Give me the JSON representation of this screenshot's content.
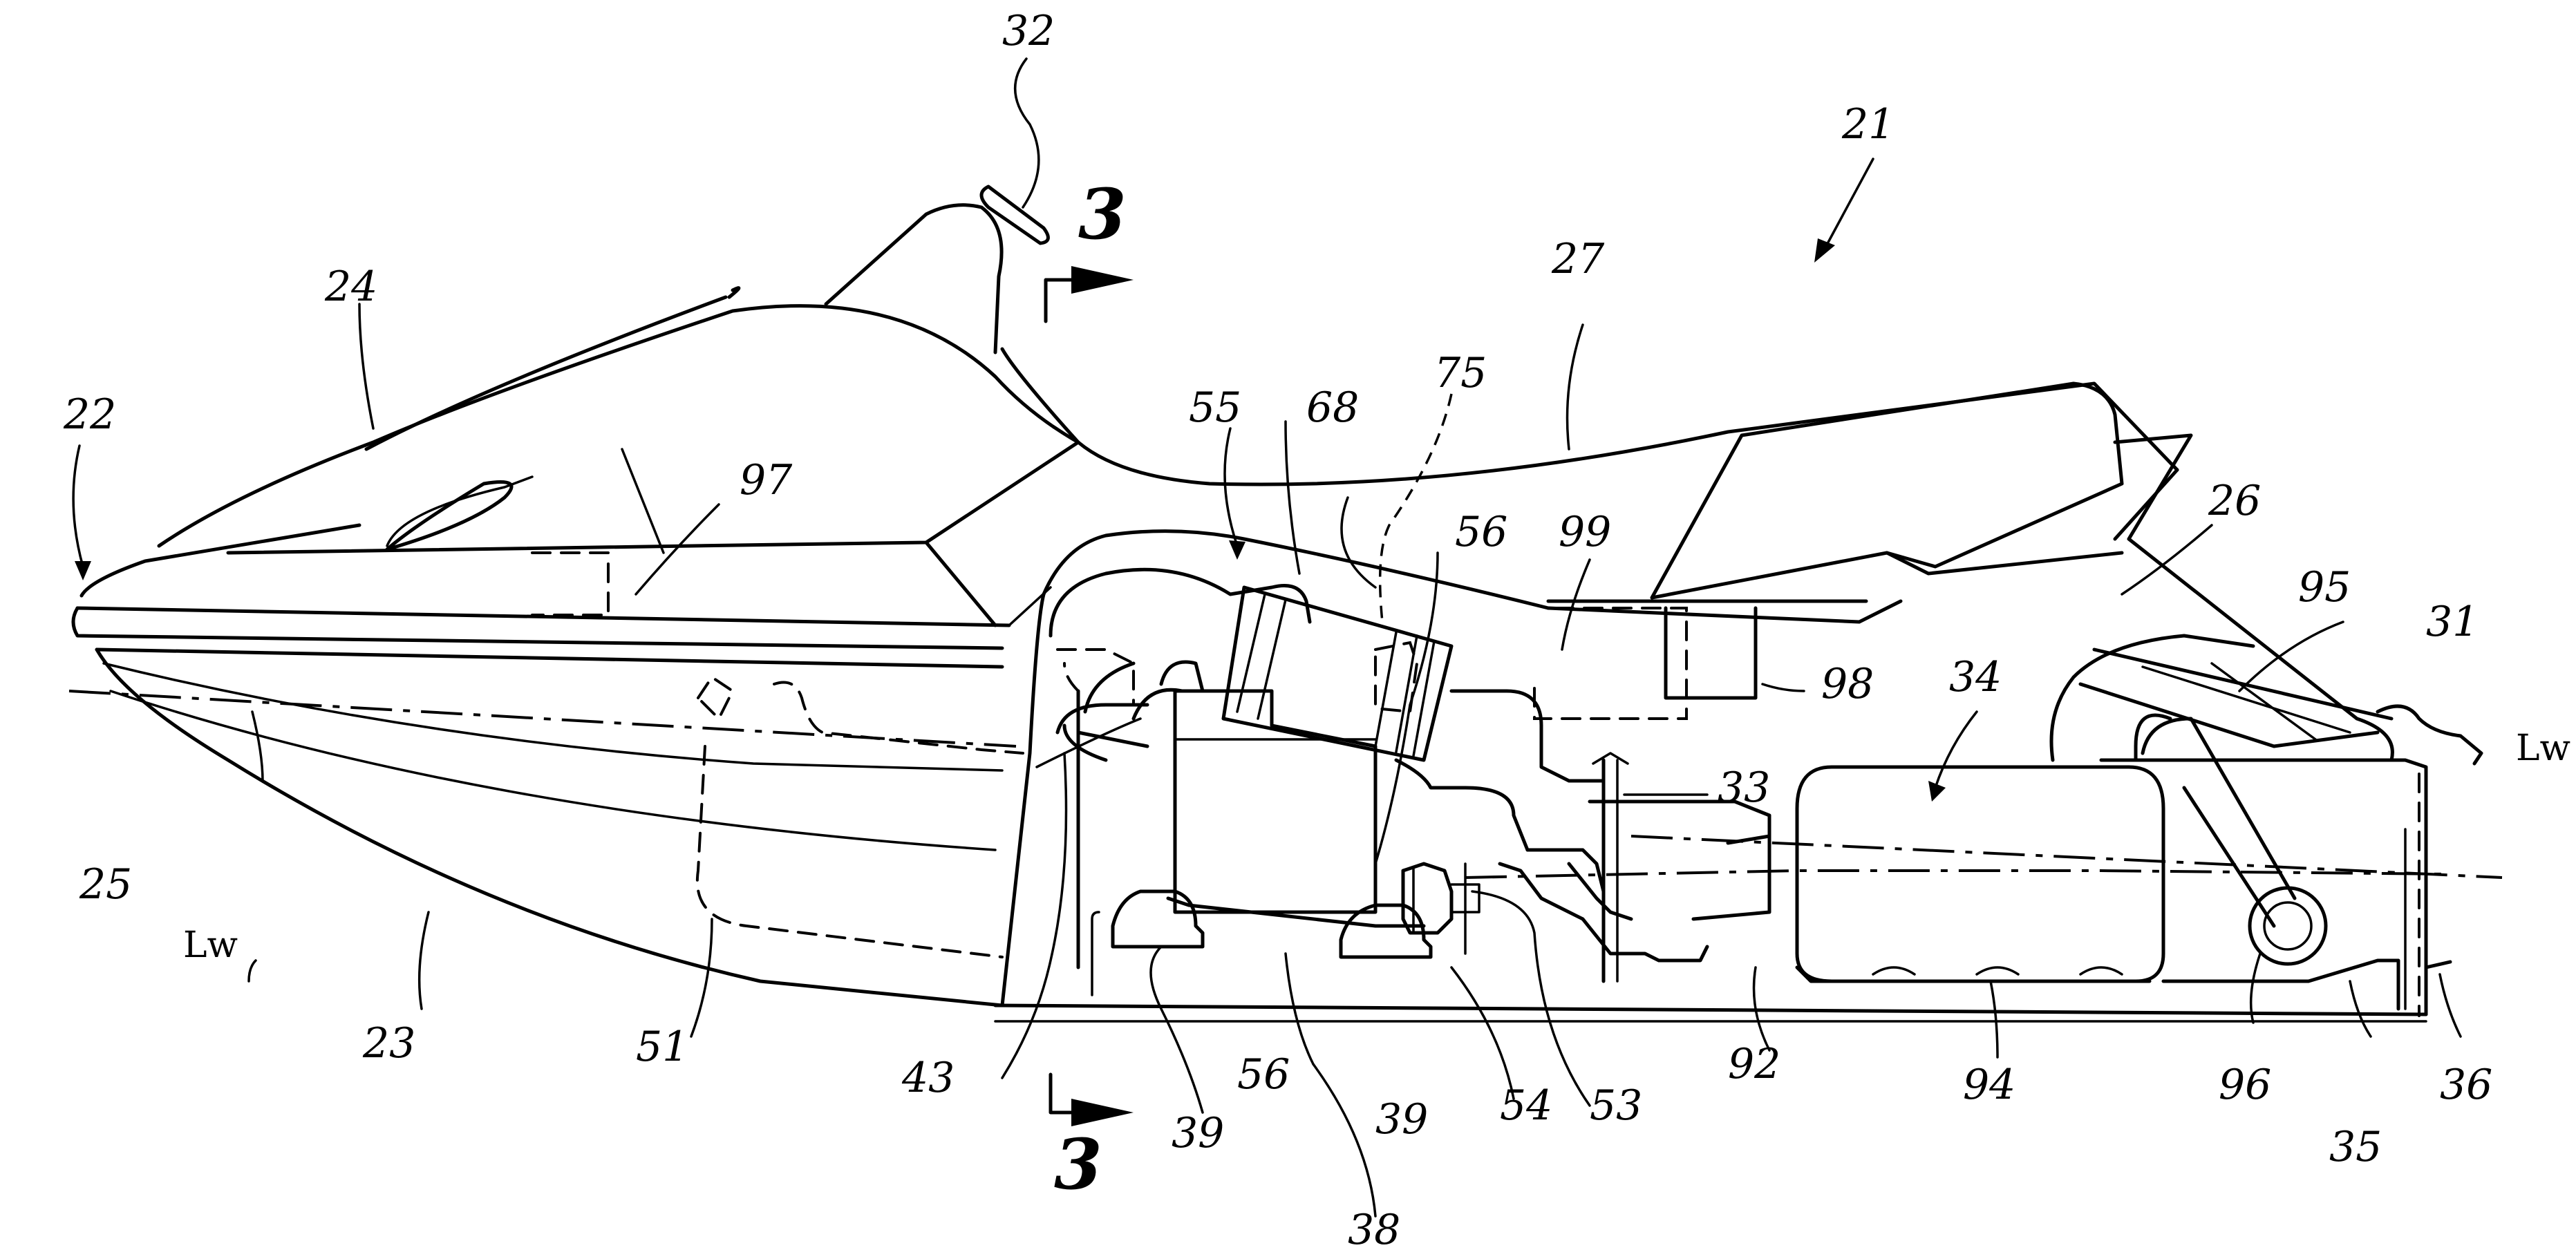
{
  "figure": {
    "section_marker": "3",
    "waterline_label": "Lw",
    "labels": {
      "r21": "21",
      "r22": "22",
      "r23": "23",
      "r24": "24",
      "r25": "25",
      "r26": "26",
      "r27": "27",
      "r31": "31",
      "r32": "32",
      "r33": "33",
      "r34": "34",
      "r35": "35",
      "r36": "36",
      "r38": "38",
      "r39a": "39",
      "r39b": "39",
      "r43": "43",
      "r51": "51",
      "r53": "53",
      "r54": "54",
      "r55": "55",
      "r56a": "56",
      "r56b": "56",
      "r68": "68",
      "r75": "75",
      "r92": "92",
      "r94": "94",
      "r95": "95",
      "r96": "96",
      "r97": "97",
      "r98": "98",
      "r99": "99"
    }
  }
}
